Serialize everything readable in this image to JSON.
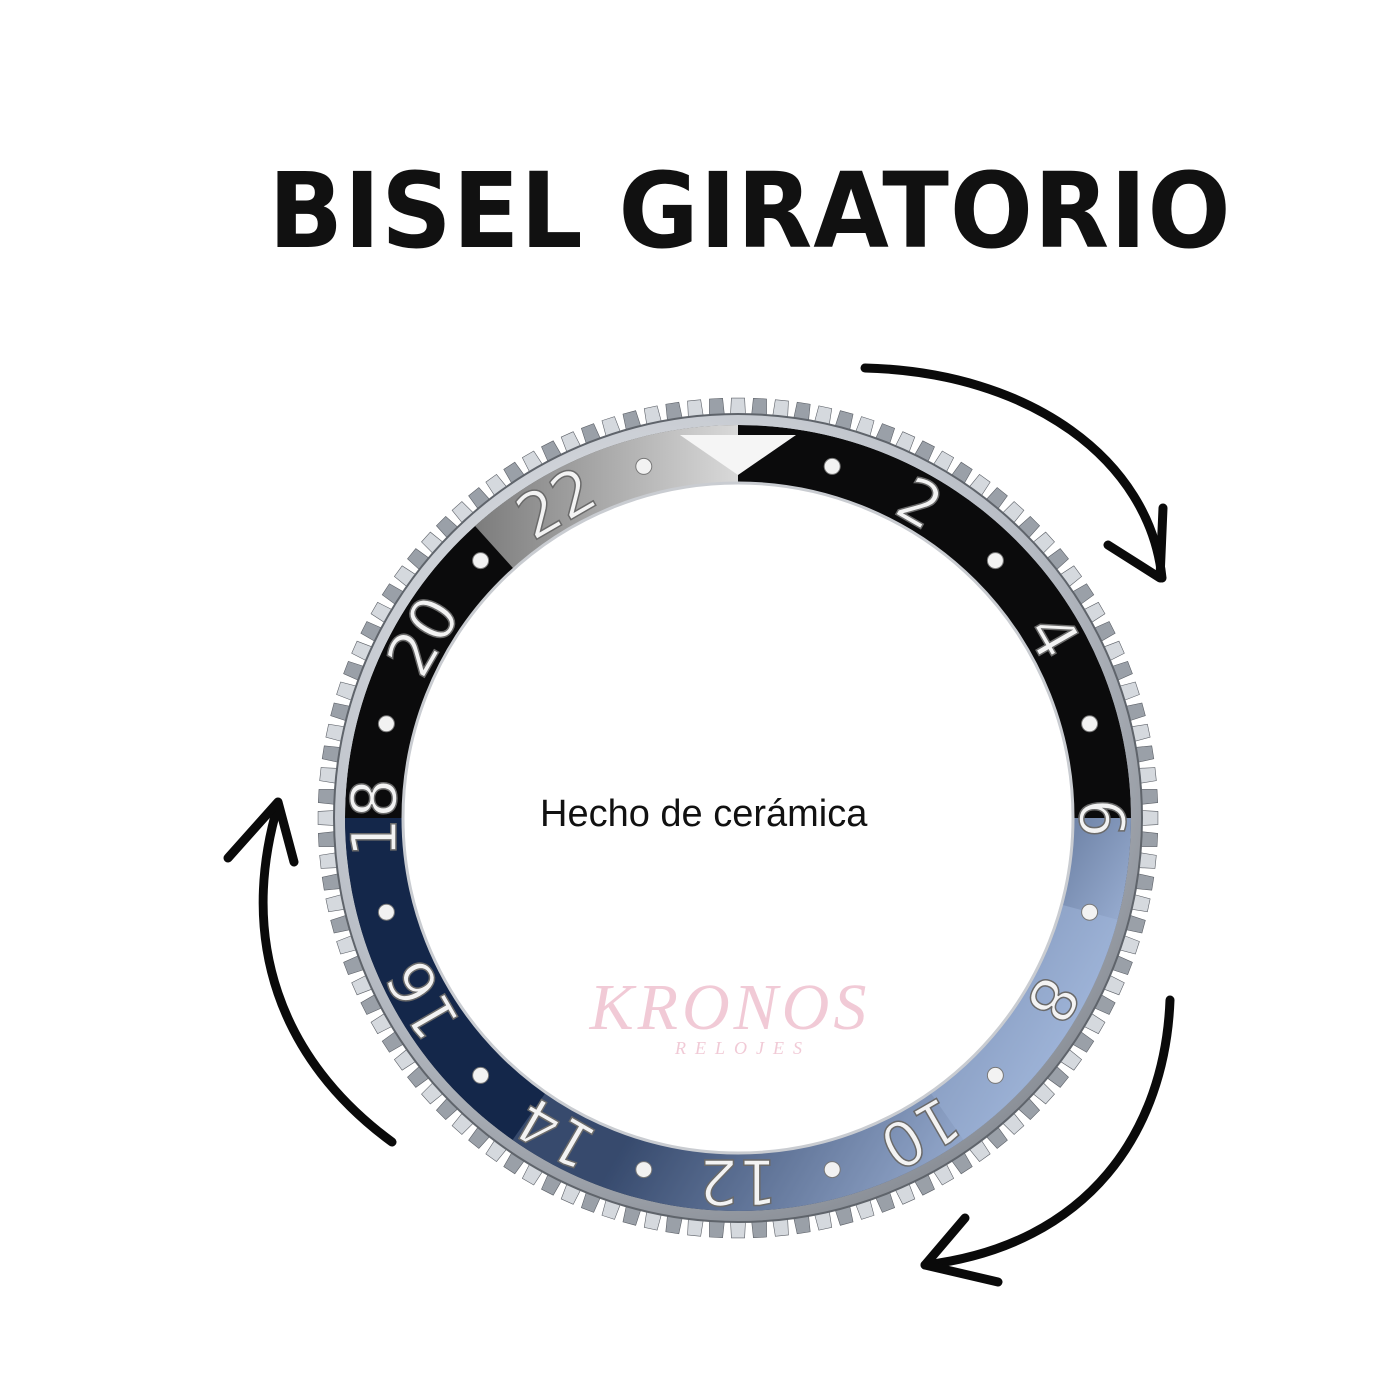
{
  "title": "BISEL GIRATORIO",
  "material_label": "Hecho de cerámica",
  "watermark": {
    "name": "KRONOS",
    "subtitle": "RELOJES"
  },
  "bezel": {
    "numerals": [
      "2",
      "4",
      "6",
      "8",
      "10",
      "12",
      "14",
      "16",
      "18",
      "20",
      "22"
    ],
    "colors": {
      "black": "#0b0b0c",
      "blue_dark": "#14274a",
      "blue_light": "#9fb4d8",
      "gray_light": "#d9d9d9",
      "gray_dark": "#7b7b7b",
      "steel": "#b9bec6"
    }
  },
  "arrows": [
    "arrow-clockwise-top-right-icon",
    "arrow-clockwise-bottom-right-icon",
    "arrow-clockwise-left-icon"
  ]
}
